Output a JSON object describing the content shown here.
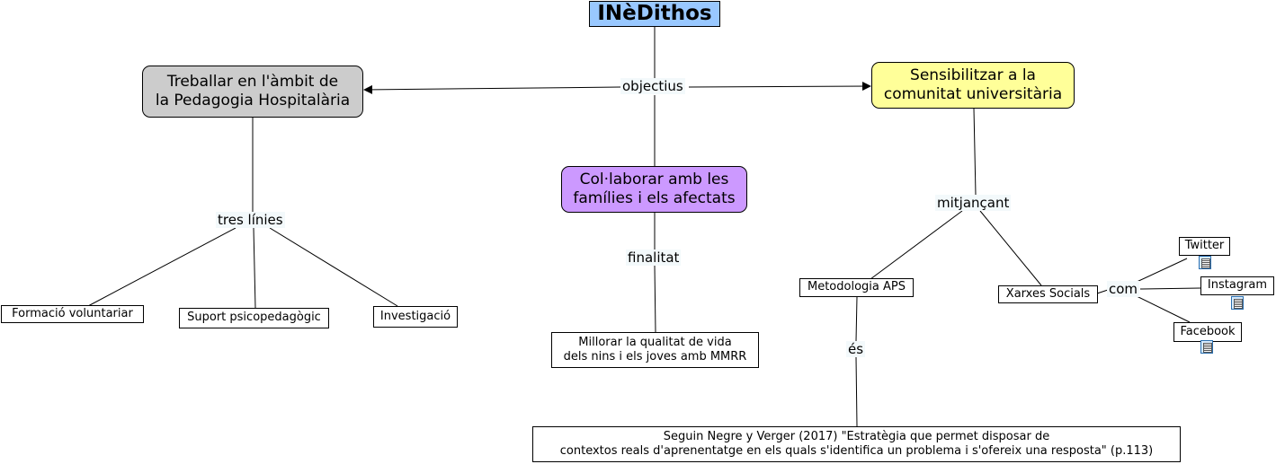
{
  "concept_map": {
    "root": "INèDithos",
    "nodes": {
      "pedagogia": "Treballar en l'àmbit de\nla Pedagogia Hospitalària",
      "sensibilitzar": "Sensibilitzar a la\ncomunitat universitària",
      "collaborar": "Col·laborar amb les\nfamílies i els afectats",
      "formacio": "Formació voluntariar",
      "suport": "Suport psicopedagògic",
      "investigacio": "Investigació",
      "millorar": "Millorar la qualitat de vida\ndels nins i els joves amb MMRR",
      "metodologia": "Metodologia APS",
      "xarxes": "Xarxes Socials",
      "twitter": "Twitter",
      "instagram": "Instagram",
      "facebook": "Facebook",
      "cita": "Seguin Negre y Verger (2017) \"Estratègia que permet disposar de\ncontextos reals d'aprenentatge en els quals s'identifica un problema i s'ofereix una resposta\" (p.113)"
    },
    "links": {
      "objectius": "objectius",
      "tres_linies": "tres línies",
      "finalitat": "finalitat",
      "mitjancant": "mitjançant",
      "es": "és",
      "com": "com"
    },
    "colors": {
      "root_fill": "#99c8ff",
      "pedagogia_fill": "#cccccc",
      "sensibilitzar_fill": "#ffff99",
      "collaborar_fill": "#cc99ff",
      "link_label_bg": "#f3f9fb"
    },
    "icons": [
      "resource-document-icon"
    ]
  }
}
